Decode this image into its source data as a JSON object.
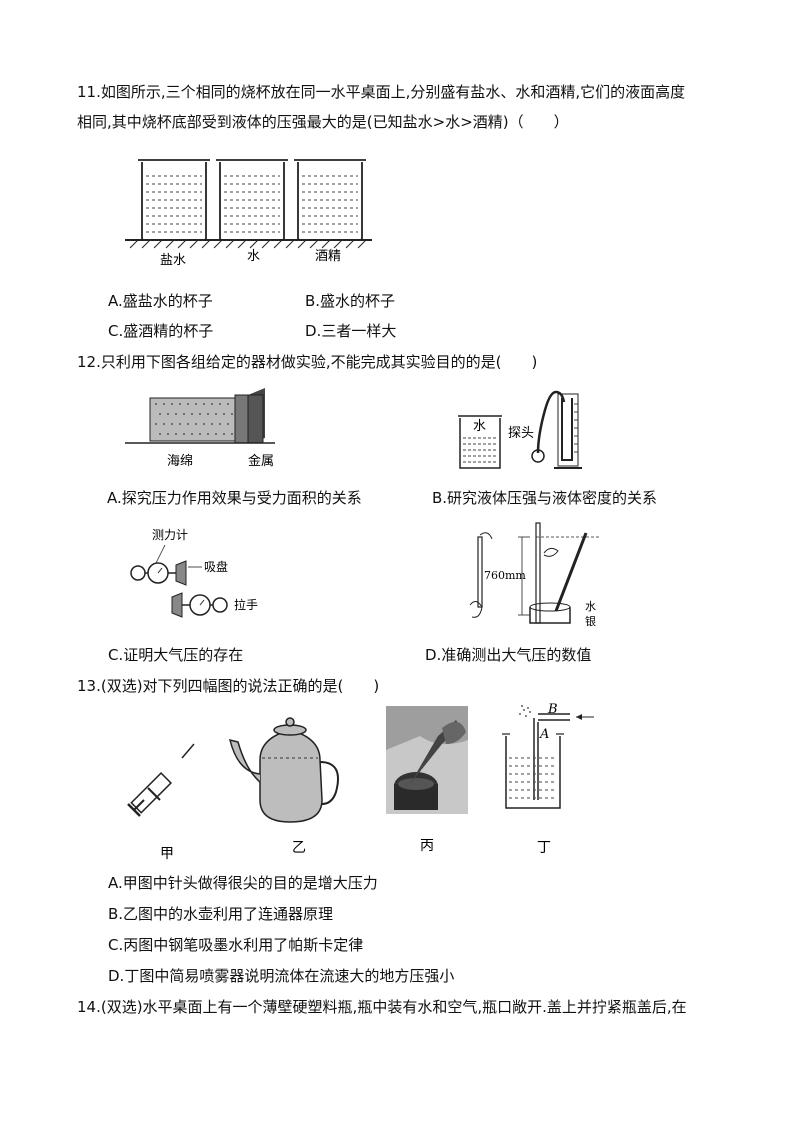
{
  "q11": {
    "stem_line1": "11.如图所示,三个相同的烧杯放在同一水平桌面上,分别盛有盐水、水和酒精,它们的液面高度",
    "stem_line2": "相同,其中烧杯底部受到液体的压强最大的是(已知盐水>水>酒精)（　　）",
    "labels": [
      "盐水",
      "水",
      "酒精"
    ],
    "options": [
      "A.盛盐水的杯子",
      "B.盛水的杯子",
      "C.盛酒精的杯子",
      "D.三者一样大"
    ]
  },
  "q12": {
    "stem": "12.只利用下图各组给定的器材做实验,不能完成其实验目的的是(　　)",
    "figA_labels": [
      "海绵",
      "金属"
    ],
    "figB_labels": [
      "水",
      "探头"
    ],
    "figC_labels": [
      "测力计",
      "吸盘",
      "拉手"
    ],
    "figD_labels": [
      "760mm",
      "水",
      "银"
    ],
    "options": [
      "A.探究压力作用效果与受力面积的关系",
      "B.研究液体压强与液体密度的关系",
      "C.证明大气压的存在",
      "D.准确测出大气压的数值"
    ]
  },
  "q13": {
    "stem": "13.(双选)对下列四幅图的说法正确的是(　　)",
    "fig_labels": [
      "甲",
      "乙",
      "丙",
      "丁"
    ],
    "fig_ding_letters": [
      "B",
      "A"
    ],
    "options": [
      "A.甲图中针头做得很尖的目的是增大压力",
      "B.乙图中的水壶利用了连通器原理",
      "C.丙图中钢笔吸墨水利用了帕斯卡定律",
      "D.丁图中简易喷雾器说明流体在流速大的地方压强小"
    ]
  },
  "q14": {
    "stem": "14.(双选)水平桌面上有一个薄壁硬塑料瓶,瓶中装有水和空气,瓶口敞开.盖上并拧紧瓶盖后,在"
  }
}
